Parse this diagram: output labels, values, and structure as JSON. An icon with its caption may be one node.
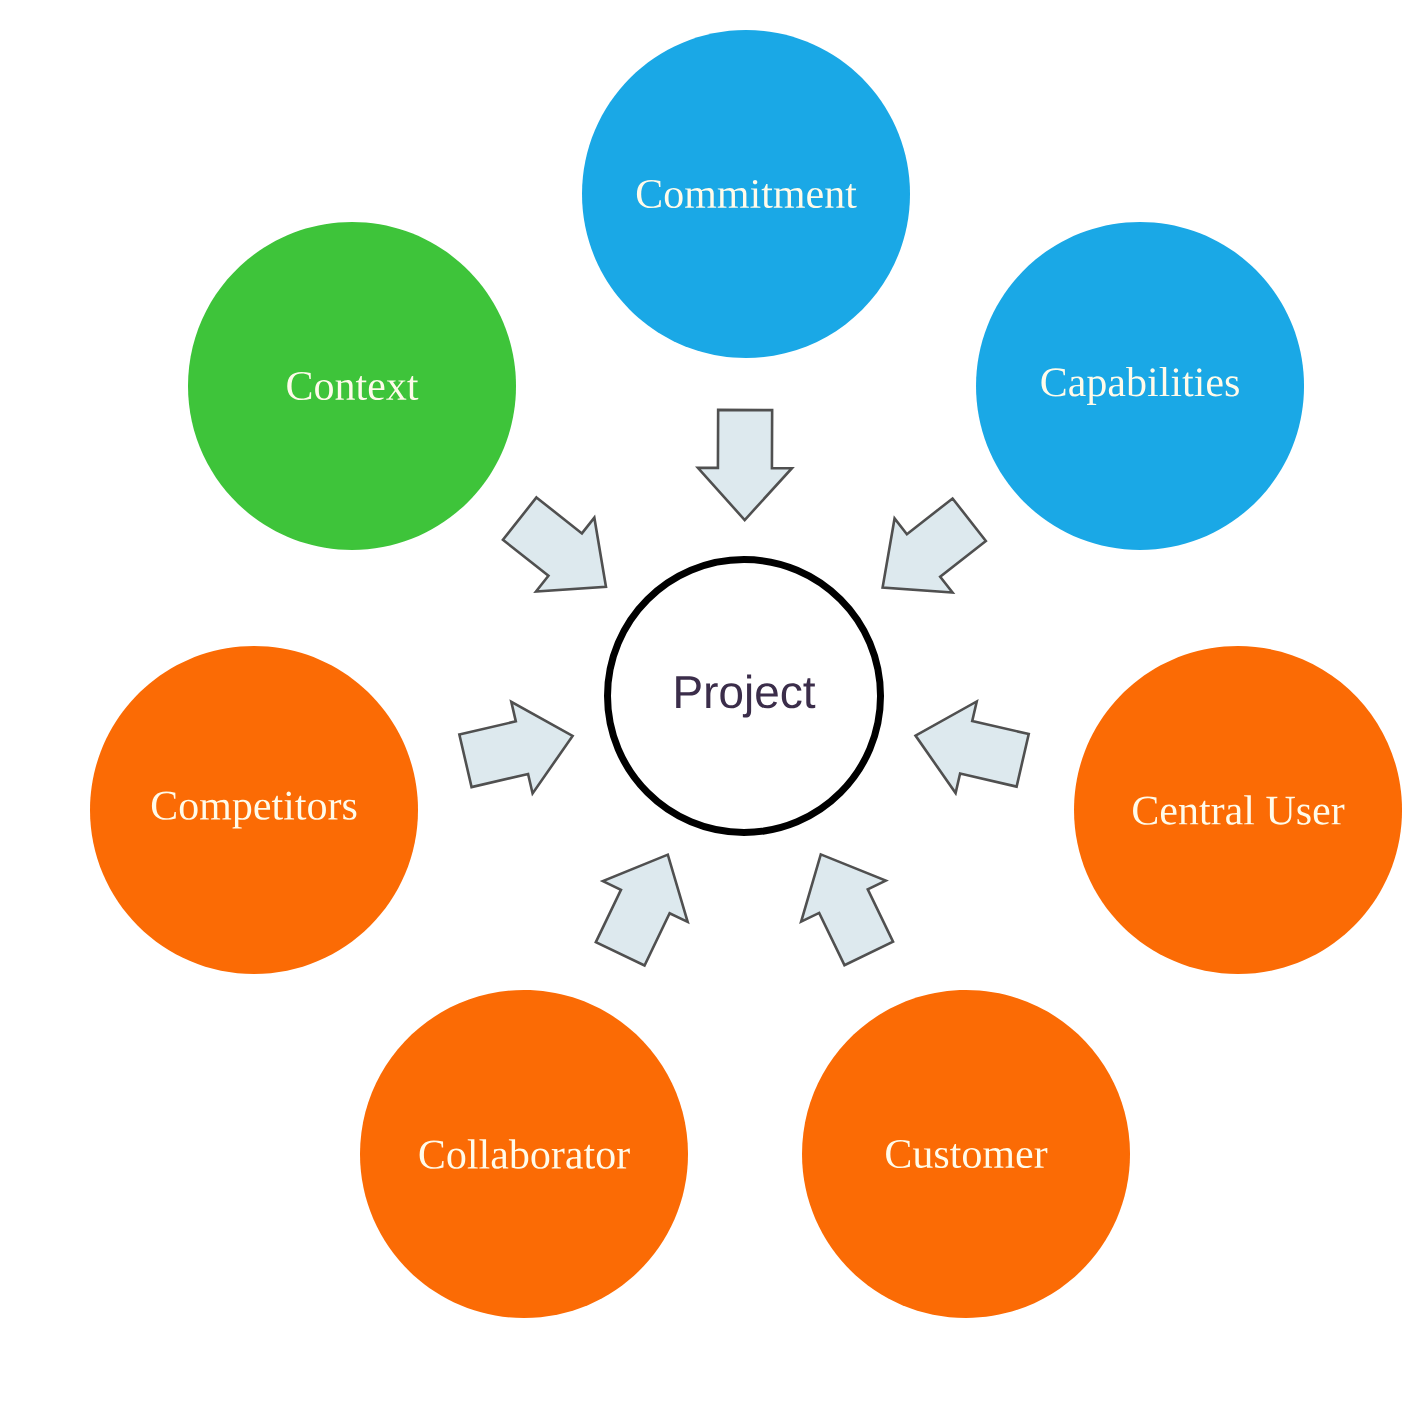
{
  "diagram": {
    "nodes": [
      {
        "text": [
          "Commitment"
        ]
      },
      {
        "text": [
          "Context"
        ]
      },
      {
        "text": [
          "Capabilities"
        ]
      },
      {
        "text": [
          "Project"
        ]
      },
      {
        "text": [
          "Competitors"
        ]
      },
      {
        "text": [
          "Central User"
        ]
      },
      {
        "text": [
          "Collaborator"
        ]
      },
      {
        "text": [
          "Customer"
        ]
      }
    ],
    "edges": [
      {
        "from": 0,
        "to": 3,
        "arrow": "to"
      },
      {
        "from": 1,
        "to": 3,
        "arrow": "to"
      },
      {
        "from": 2,
        "to": 3,
        "arrow": "to"
      },
      {
        "from": 4,
        "to": 3,
        "arrow": "to"
      },
      {
        "from": 5,
        "to": 3,
        "arrow": "to"
      },
      {
        "from": 6,
        "to": 3,
        "arrow": "to"
      },
      {
        "from": 7,
        "to": 3,
        "arrow": "to"
      }
    ]
  }
}
